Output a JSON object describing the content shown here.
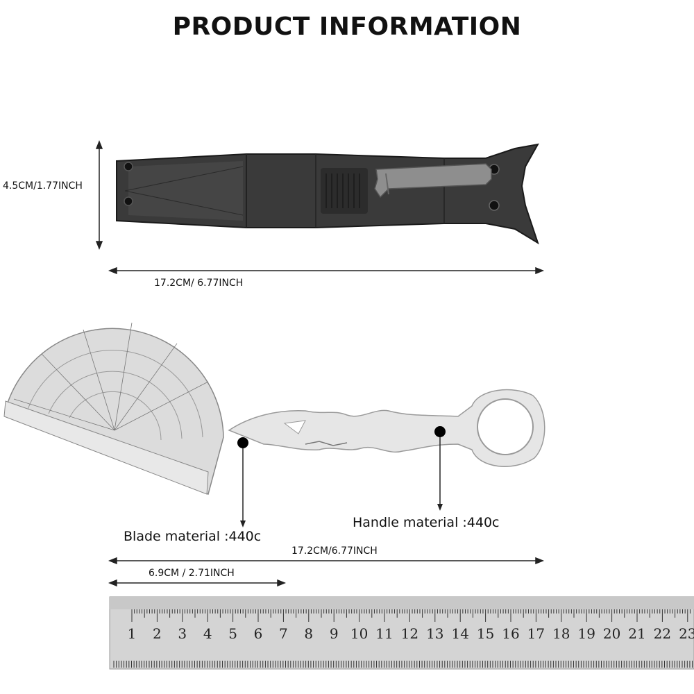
{
  "title": "PRODUCT INFORMATION",
  "sheath": {
    "height_label": "4.5CM/1.77INCH",
    "length_label": "17.2CM/ 6.77INCH"
  },
  "knife": {
    "blade_material": "Blade material :440c",
    "handle_material": "Handle material :440c",
    "total_length_label": "17.2CM/6.77INCH",
    "blade_length_label": "6.9CM / 2.71INCH"
  },
  "ruler": {
    "numbers": [
      "1",
      "2",
      "3",
      "4",
      "5",
      "6",
      "7",
      "8",
      "9",
      "10",
      "11",
      "12",
      "13",
      "14",
      "15",
      "16",
      "17",
      "18",
      "19",
      "20",
      "21",
      "22",
      "23"
    ]
  },
  "colors": {
    "sheath": "#3a3a3a",
    "blade": "#e6e6e6",
    "ruler": "#d4d4d4"
  }
}
